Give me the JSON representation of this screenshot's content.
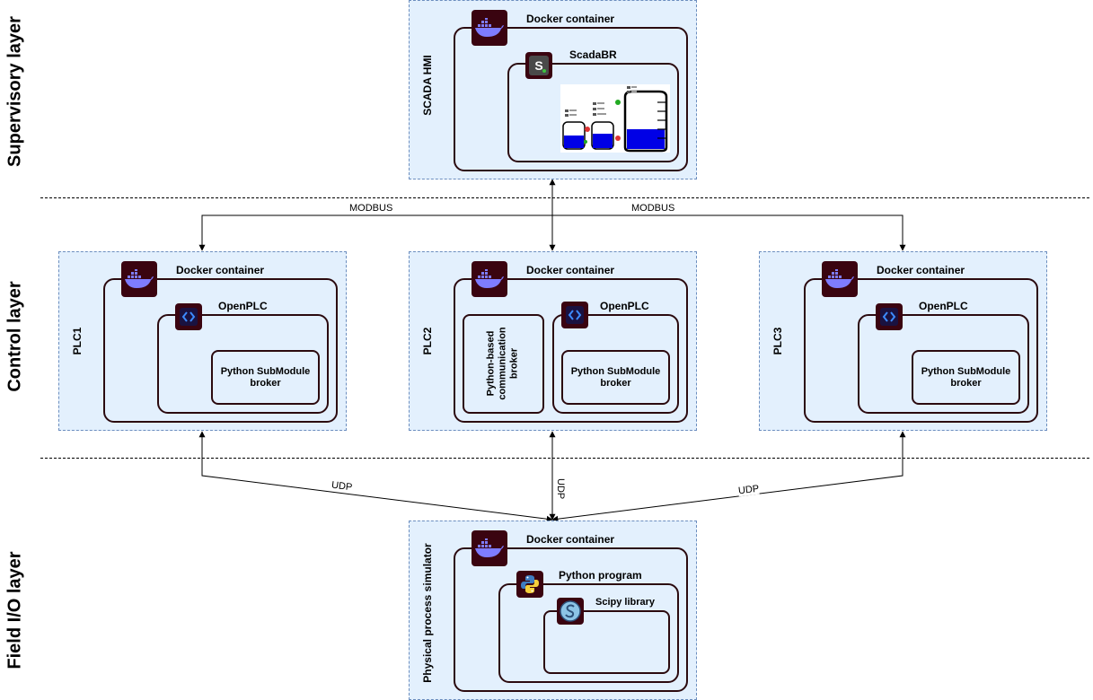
{
  "layers": {
    "supervisory": "Supervisory layer",
    "control": "Control layer",
    "field": "Field I/O layer"
  },
  "scada": {
    "panel_label": "SCADA HMI",
    "container": "Docker container",
    "app": "ScadaBR"
  },
  "plcs": [
    {
      "panel_label": "PLC1",
      "container": "Docker container",
      "runtime": "OpenPLC",
      "broker": "Python SubModule broker"
    },
    {
      "panel_label": "PLC2",
      "container": "Docker container",
      "runtime": "OpenPLC",
      "broker": "Python SubModule broker",
      "comm_broker": "Python-based communication broker"
    },
    {
      "panel_label": "PLC3",
      "container": "Docker container",
      "runtime": "OpenPLC",
      "broker": "Python SubModule broker"
    }
  ],
  "field": {
    "panel_label": "Physical process simulator",
    "container": "Docker container",
    "program": "Python program",
    "library": "Scipy library"
  },
  "edges": {
    "modbus_left": "MODBUS",
    "modbus_right": "MODBUS",
    "udp_left": "UDP",
    "udp_center": "UDP",
    "udp_right": "UDP"
  },
  "icons": {
    "docker": "docker-whale-icon",
    "scadabr": "scadabr-logo-icon",
    "openplc": "openplc-code-icon",
    "python": "python-logo-icon",
    "scipy": "scipy-logo-icon",
    "icon_bg": "#3a0410",
    "panel_bg": "#e3f0fd",
    "water": "#0000e6"
  }
}
